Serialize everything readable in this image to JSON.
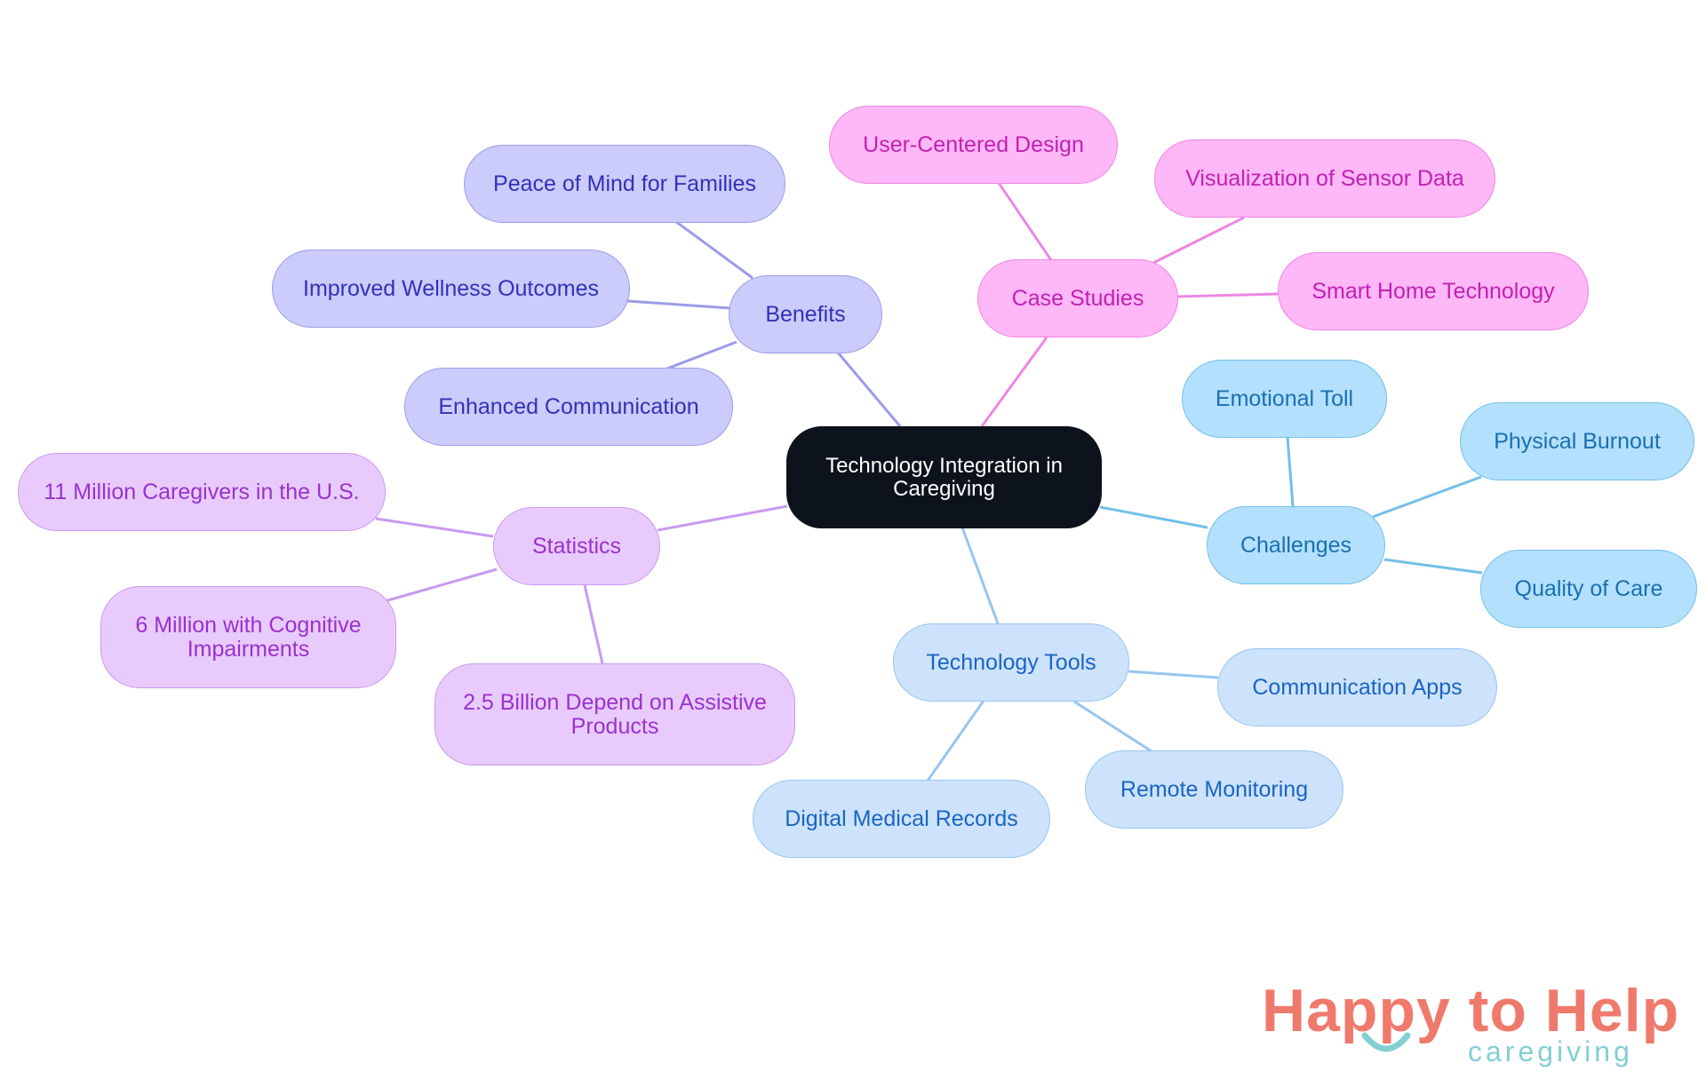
{
  "diagram": {
    "root": {
      "label": "Technology Integration in Caregiving",
      "fill": "#0d131c",
      "border": "#0d131c",
      "text": "#ffffff"
    },
    "branches": [
      {
        "key": "benefits",
        "label": "Benefits",
        "fill": "#cbcbfc",
        "border": "#9c9ce9",
        "text": "#3132b8",
        "line": "#9c9ce9",
        "children": [
          "Peace of Mind for Families",
          "Improved Wellness Outcomes",
          "Enhanced Communication"
        ]
      },
      {
        "key": "case-studies",
        "label": "Case Studies",
        "fill": "#feb7f7",
        "border": "#ee86e4",
        "text": "#c221b2",
        "line": "#ee86e4",
        "children": [
          "User-Centered Design",
          "Visualization of Sensor Data",
          "Smart Home Technology"
        ]
      },
      {
        "key": "challenges",
        "label": "Challenges",
        "fill": "#b3e0fc",
        "border": "#74bfe9",
        "text": "#1a6fb1",
        "line": "#74bfe9",
        "children": [
          "Emotional Toll",
          "Physical Burnout",
          "Quality of Care"
        ]
      },
      {
        "key": "technology-tools",
        "label": "Technology Tools",
        "fill": "#cde3fb",
        "border": "#98c5ef",
        "text": "#1a64c4",
        "line": "#98c5ef",
        "children": [
          "Communication Apps",
          "Remote Monitoring",
          "Digital Medical Records"
        ]
      },
      {
        "key": "statistics",
        "label": "Statistics",
        "fill": "#e8cbfc",
        "border": "#c89af0",
        "text": "#9a31cf",
        "line": "#c89af0",
        "children": [
          "11 Million Caregivers in the U.S.",
          "6 Million with Cognitive Impairments",
          "2.5 Billion Depend on Assistive Products"
        ]
      }
    ]
  },
  "logo": {
    "title": "Happy to Help",
    "subtitle": "caregiving",
    "title_color": "#ef7a6c",
    "accent_color": "#84cfd3"
  }
}
